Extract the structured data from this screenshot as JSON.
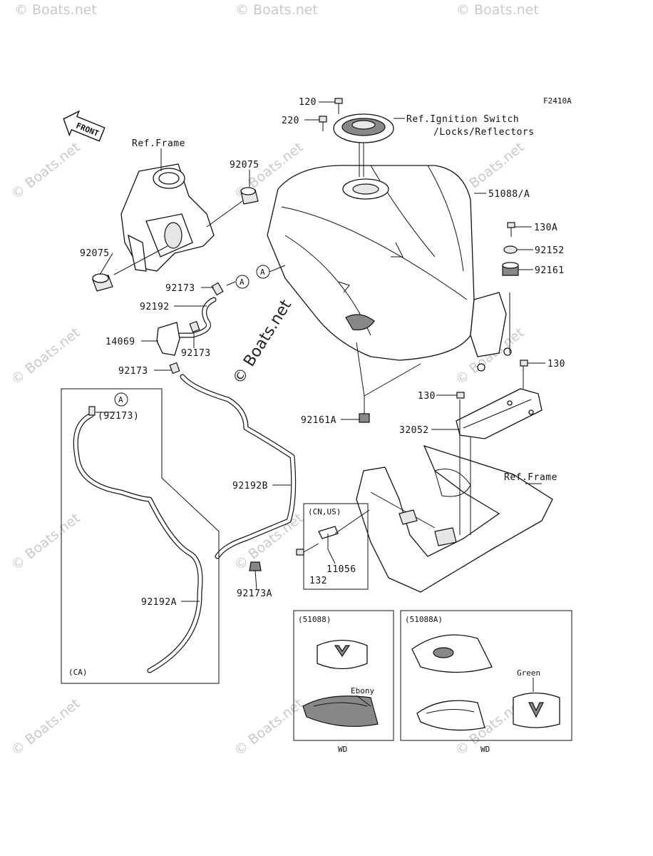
{
  "diagram": {
    "code": "F2410A",
    "front_badge": "FRONT",
    "watermark": "© Boats.net",
    "center_watermark": "© Boats.net",
    "labels": {
      "ref_frame_top": "Ref.Frame",
      "ref_frame_right": "Ref.Frame",
      "ignition_line1": "Ref.Ignition Switch",
      "ignition_line2": "/Locks/Reflectors",
      "p120": "120",
      "p220": "220",
      "p92075_a": "92075",
      "p92075_b": "92075",
      "p51088a": "51088/A",
      "p130a": "130A",
      "p92152": "92152",
      "p92161": "92161",
      "p92173_a": "92173",
      "p92192": "92192",
      "p14069": "14069",
      "p92173_b": "92173",
      "p92173_c": "92173",
      "p130_a": "130",
      "p130_b": "130",
      "p32052": "32052",
      "p92161a": "92161A",
      "p92192b": "92192B",
      "p92173a": "92173A",
      "p92192a": "92192A",
      "p92173_paren": "(92173)",
      "ca_box": "(CA)",
      "cn_us_box": "(CN,US)",
      "p11056": "11056",
      "p132": "132",
      "box_51088": "(51088)",
      "box_51088a": "(51088A)",
      "ebony": "Ebony",
      "green": "Green",
      "wd_left": "WD",
      "wd_right": "WD",
      "marker_a": "A"
    }
  }
}
